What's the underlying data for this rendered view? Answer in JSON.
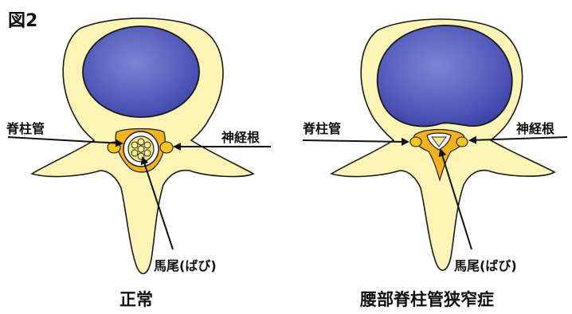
{
  "figure_label": "図2",
  "left": {
    "spinal_canal": "脊柱管",
    "nerve_root": "神経根",
    "cauda_equina": "馬尾(ばび)",
    "caption": "正常"
  },
  "right": {
    "spinal_canal": "脊柱管",
    "nerve_root": "神経根",
    "cauda_equina": "馬尾(ばび)",
    "caption": "腰部脊柱管狭窄症"
  },
  "colors": {
    "bone": "#fbf4b4",
    "disc": "#5860be",
    "yellow_ligament": "#f2b21a",
    "nerve": "#f7ec8c",
    "outline": "#1a1a1a"
  }
}
